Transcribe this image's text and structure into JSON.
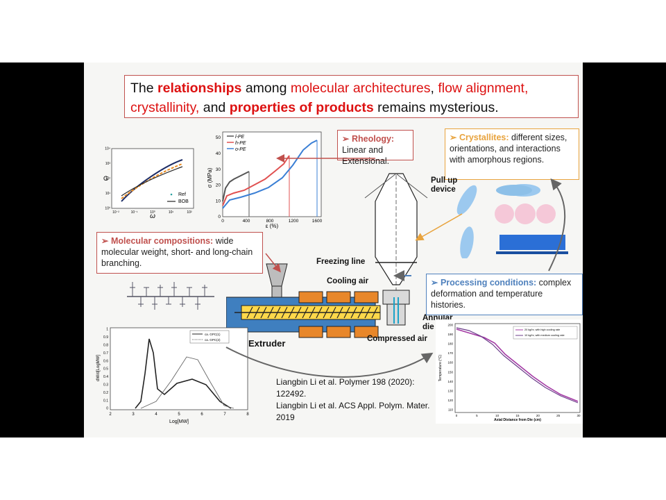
{
  "title": {
    "p1": "The ",
    "relationships": "relationships",
    "p2": " among ",
    "molecular_architectures": "molecular architectures",
    "p3": ", ",
    "flow_alignment": "flow alignment,",
    "crystallinity": "crystallinity,",
    "p4": " and ",
    "properties": "properties of products",
    "p5": " remains mysterious."
  },
  "callouts": {
    "rheology": {
      "bullet": "➢",
      "head": "Rheology:",
      "text": " Linear and Extensional."
    },
    "crystallites": {
      "bullet": "➢",
      "head": "Crystallites:",
      "text": " different sizes, orientations, and interactions with amorphous regions."
    },
    "molecular": {
      "bullet": "➢",
      "head": "Molecular compositions:",
      "text": " wide molecular weight, short- and long-chain branching."
    },
    "processing": {
      "bullet": "➢",
      "head": "Processing conditions:",
      "text": " complex deformation and temperature histories."
    }
  },
  "diagram_labels": {
    "pull_up_device": "Pull up\ndevice",
    "freezing_line": "Freezing line",
    "cooling_air": "Cooling air",
    "annular_die": "Annular\ndie",
    "compressed_air": "Compressed air",
    "extruder": "Extruder"
  },
  "citation": {
    "line1": "Liangbin Li et al. Polymer 198 (2020): 122492.",
    "line2": "Liangbin Li et al.  ACS Appl. Polym. Mater. 2019"
  },
  "charts": {
    "rheology_g": {
      "ylabel": "G",
      "xlabel": "ω",
      "xticks": [
        "10⁻²",
        "10⁻¹",
        "10⁰",
        "10¹",
        "10²"
      ],
      "yticks": [
        "10⁰",
        "10¹",
        "10²",
        "10³",
        "10⁴"
      ],
      "legend": [
        "Ref",
        "BOB"
      ]
    },
    "stress_strain": {
      "ylabel": "σ (MPa)",
      "xlabel": "ε (%)",
      "xticks": [
        "0",
        "400",
        "800",
        "1200",
        "1600"
      ],
      "yticks": [
        "0",
        "10",
        "20",
        "30",
        "40",
        "50"
      ],
      "legend": [
        "l-PE",
        "h-PE",
        "o-PE"
      ],
      "colors": [
        "#555555",
        "#e05050",
        "#3a7fd5"
      ]
    },
    "mwd": {
      "ylabel": "dW/d[LogMW]",
      "xlabel": "Log[MW]",
      "xticks": [
        "2",
        "3",
        "4",
        "5",
        "6",
        "7",
        "8"
      ],
      "yticks": [
        "0",
        "0.1",
        "0.2",
        "0.3",
        "0.4",
        "0.5",
        "0.6",
        "0.7",
        "0.8",
        "0.9",
        "1"
      ],
      "legend": [
        "ca. GPC(1)",
        "ca. GPC(2)"
      ]
    },
    "temperature": {
      "ylabel": "Temperature (°C)",
      "xlabel": "Axial Distance from Die (cm)",
      "xticks": [
        "0",
        "5",
        "10",
        "15",
        "20",
        "25",
        "30"
      ],
      "yticks": [
        "110",
        "120",
        "130",
        "140",
        "150",
        "160",
        "170",
        "180",
        "190",
        "200"
      ],
      "legend": [
        "20 kg/hr, with high cooling rate",
        "10 kg/hr, with medium cooling rate"
      ]
    }
  },
  "colors": {
    "red_accent": "#d11111",
    "callout_red": "#c0504d",
    "callout_orange": "#e8a33d",
    "callout_blue": "#4f81bd"
  }
}
